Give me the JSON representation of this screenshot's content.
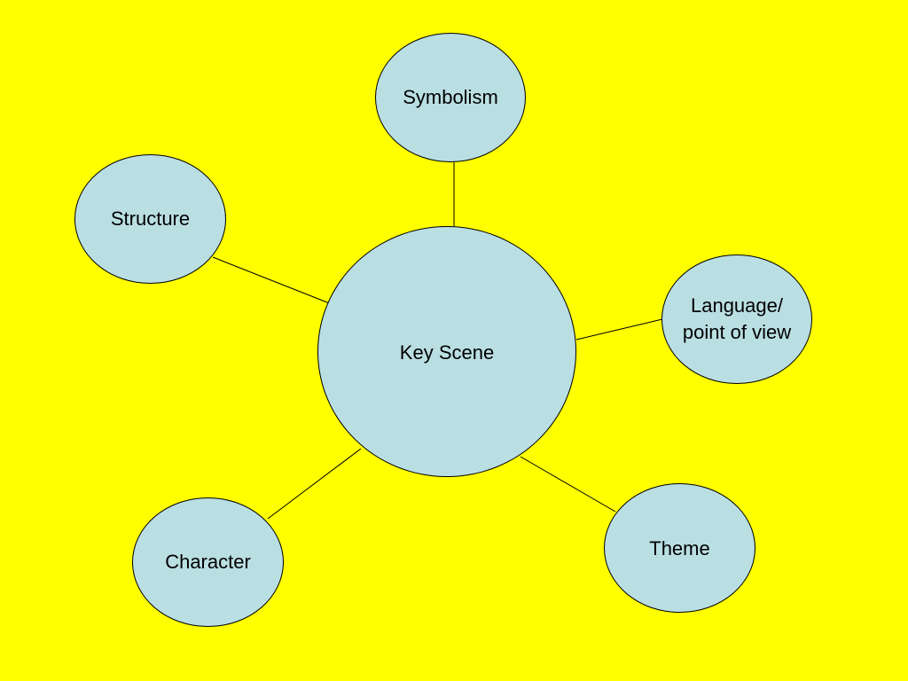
{
  "diagram": {
    "background_color": "#FFFF00",
    "node_fill": "#BADFE3",
    "line_color": "#000000",
    "center": {
      "id": "key-scene",
      "label": "Key Scene"
    },
    "nodes": [
      {
        "id": "symbolism",
        "label": "Symbolism"
      },
      {
        "id": "structure",
        "label": "Structure"
      },
      {
        "id": "language",
        "label": "Language/\npoint of view"
      },
      {
        "id": "theme",
        "label": "Theme"
      },
      {
        "id": "character",
        "label": "Character"
      }
    ],
    "connections": [
      {
        "from": "key-scene",
        "to": "symbolism"
      },
      {
        "from": "key-scene",
        "to": "structure"
      },
      {
        "from": "key-scene",
        "to": "language"
      },
      {
        "from": "key-scene",
        "to": "theme"
      },
      {
        "from": "key-scene",
        "to": "character"
      }
    ]
  }
}
